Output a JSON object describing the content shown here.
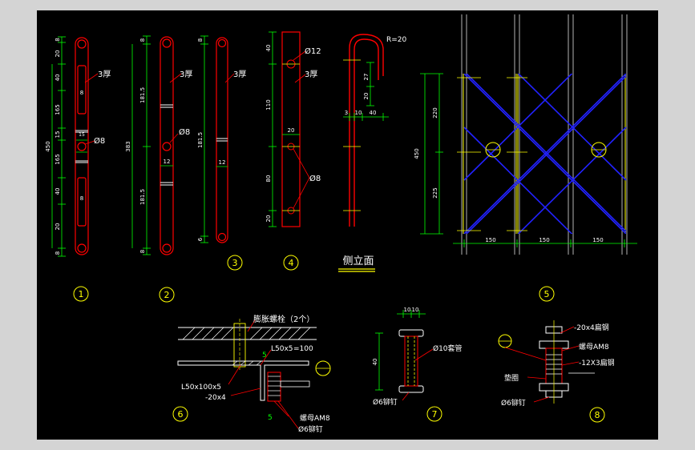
{
  "colors": {
    "background": "#000000",
    "frame": "#d4d4d4",
    "dimension": "#00ff00",
    "outline": "#ff0000",
    "label": "#ffffff",
    "callout": "#ffff00",
    "lattice": "#2222ff"
  },
  "detail1": {
    "dims": [
      "8",
      "20",
      "40",
      "165",
      "15",
      "165",
      "40",
      "20",
      "8"
    ],
    "total": "450",
    "thickness": "3厚",
    "hole": "Ø8",
    "num": "1"
  },
  "detail2": {
    "dims_left": [
      "8",
      "181.5",
      "181.5",
      "8"
    ],
    "total": "383",
    "thickness": "3厚",
    "hole": "Ø8",
    "width": "12",
    "num": "2"
  },
  "detail3": {
    "dims_left": [
      "8",
      "181.5",
      "6"
    ],
    "thickness": "3厚",
    "width": "12",
    "num": "3"
  },
  "detail4": {
    "dims_left": [
      "40",
      "110",
      "80",
      "20"
    ],
    "hole_top": "Ø12",
    "thickness": "3厚",
    "width": "20",
    "hole": "Ø8",
    "num": "4"
  },
  "side_elevation": {
    "radius": "R=20",
    "dims_v": [
      "27",
      "20"
    ],
    "dims_h": [
      "3",
      "10",
      "40"
    ],
    "title": "侧立面"
  },
  "detail5": {
    "dims_v": [
      "220",
      "225"
    ],
    "total": "450",
    "dims_h": [
      "150",
      "150",
      "150"
    ],
    "num": "5"
  },
  "detail6": {
    "bolt": "膨胀螺栓（2个）",
    "angle_small": "L50x5",
    "length": "=100",
    "angle_large": "L50x100x5",
    "flat": "-20x4",
    "weld_top": "5",
    "weld_bottom": "5",
    "nut": "螺母AM8",
    "rivet": "Ø6铆钉",
    "num": "6"
  },
  "detail7": {
    "dims_h": [
      "10",
      "10"
    ],
    "height": "40",
    "tube": "Ø10套管",
    "rivet": "Ø6铆钉",
    "num": "7"
  },
  "detail8": {
    "flat1": "-20x4扁钢",
    "nut": "螺母AM8",
    "flat2": "-12X3扁钢",
    "washer": "垫圈",
    "rivet": "Ø6铆钉",
    "num": "8"
  }
}
